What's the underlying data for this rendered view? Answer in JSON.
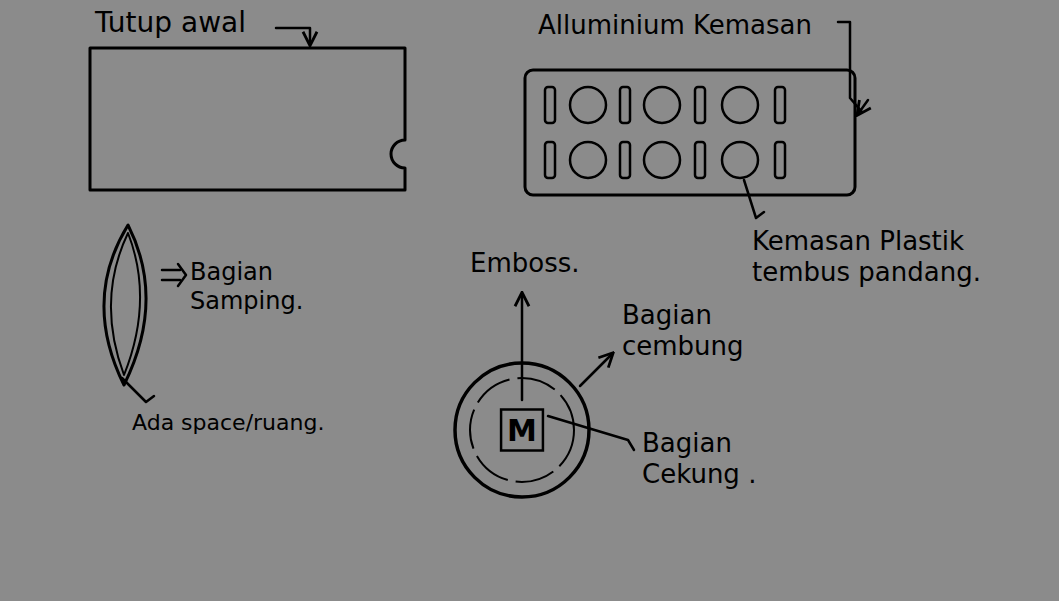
{
  "diagram": {
    "nodes": [
      {
        "text": [
          "M"
        ]
      }
    ],
    "labels": [
      "Tutup awal",
      "Alluminium Kemasan",
      "Kemasan Plastik tembus pandang.",
      "Bagian Samping.",
      "Ada space/ruang.",
      "Emboss.",
      "Bagian cembung",
      "Bagian Cekung ."
    ]
  }
}
